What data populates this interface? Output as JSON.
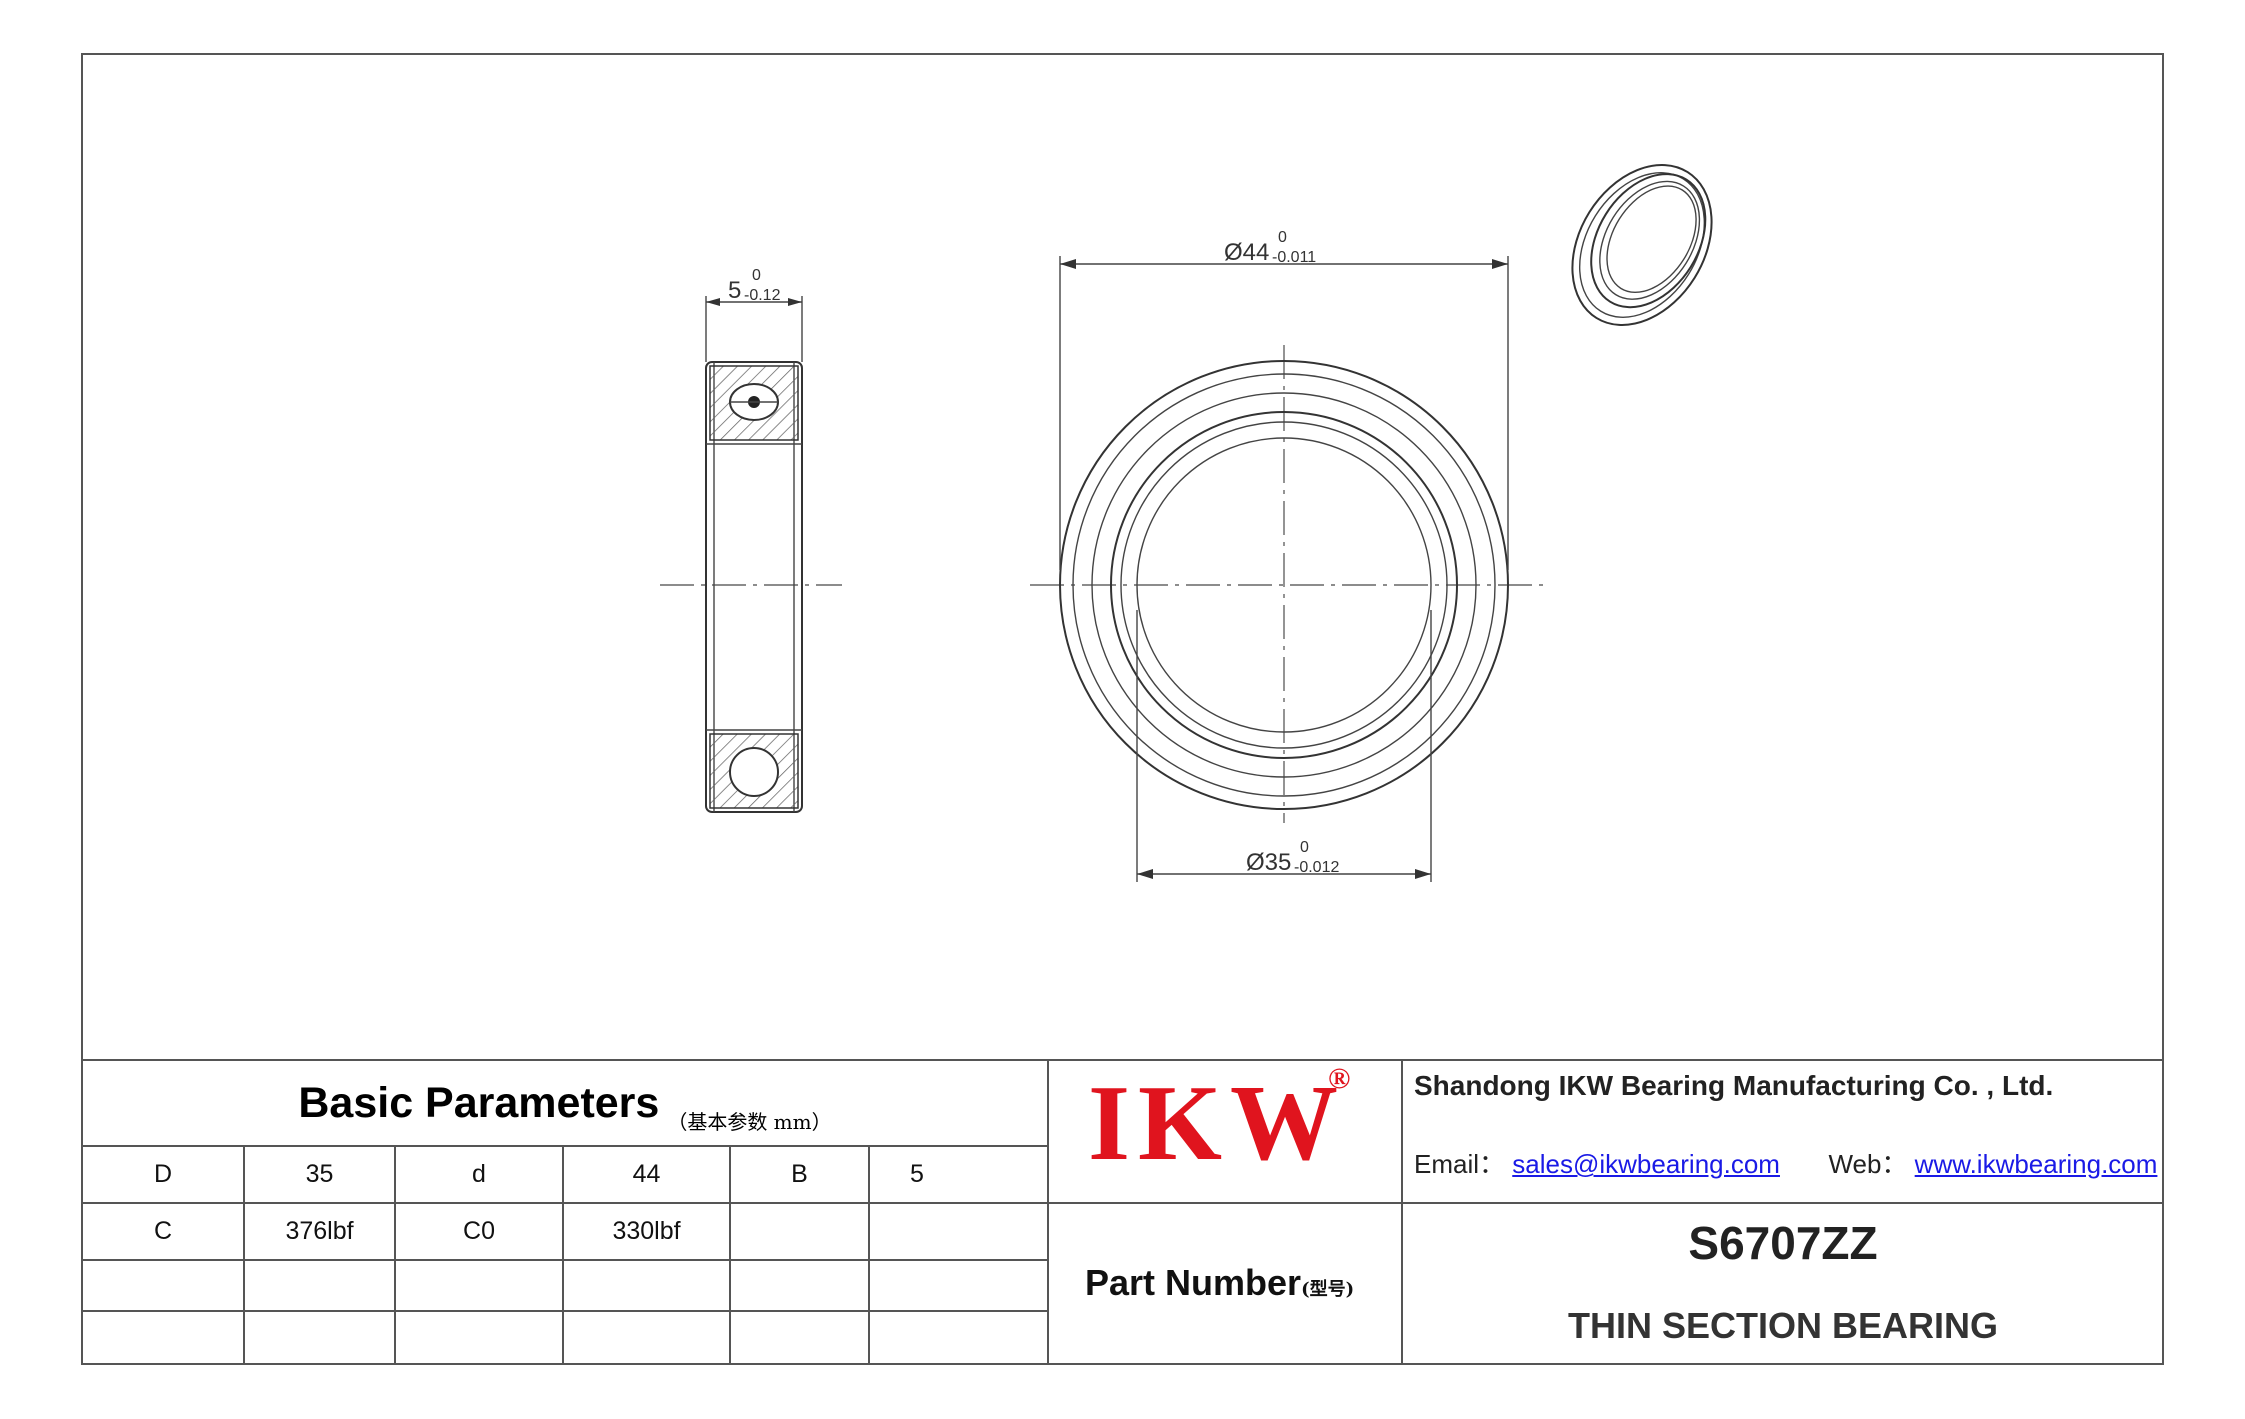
{
  "drawing": {
    "dim_width": {
      "value": "5",
      "upper": "0",
      "lower": "-0.12"
    },
    "dim_outer": {
      "value": "Ø44",
      "upper": "0",
      "lower": "-0.011"
    },
    "dim_inner": {
      "value": "Ø35",
      "upper": "0",
      "lower": "-0.012"
    }
  },
  "basic_parameters": {
    "title": "Basic Parameters",
    "subtitle": "（基本参数 mm）",
    "rows": [
      [
        "D",
        "35",
        "d",
        "44",
        "B",
        "5"
      ],
      [
        "C",
        "376lbf",
        "C0",
        "330lbf",
        "",
        ""
      ],
      [
        "",
        "",
        "",
        "",
        "",
        ""
      ],
      [
        "",
        "",
        "",
        "",
        "",
        ""
      ]
    ]
  },
  "brand": {
    "logo": "IKW",
    "registered": "®",
    "color": "#e0141e"
  },
  "company": {
    "name": "Shandong IKW Bearing Manufacturing Co. , Ltd.",
    "email_label": "Email：",
    "email": "sales@ikwbearing.com",
    "web_label": "Web：",
    "web": "www.ikwbearing.com"
  },
  "part": {
    "label": "Part Number",
    "label_sub": "(型号)",
    "number": "S6707ZZ",
    "description": "THIN SECTION BEARING"
  }
}
